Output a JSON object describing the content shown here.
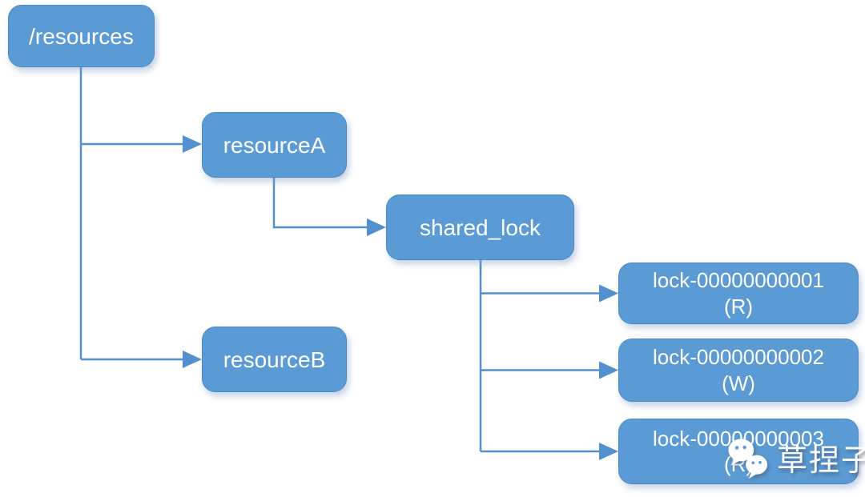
{
  "diagram": {
    "type": "tree",
    "description": "ZooKeeper-style shared lock znode tree",
    "nodes": {
      "root": {
        "label": "/resources"
      },
      "resource_a": {
        "label": "resourceA"
      },
      "resource_b": {
        "label": "resourceB"
      },
      "shared_lock": {
        "label": "shared_lock"
      },
      "lock1": {
        "label": "lock-00000000001",
        "mode": "(R)"
      },
      "lock2": {
        "label": "lock-00000000002",
        "mode": "(W)"
      },
      "lock3": {
        "label": "lock-00000000003",
        "mode": "(R)"
      }
    },
    "edges": [
      {
        "from": "/resources",
        "to": "resourceA"
      },
      {
        "from": "/resources",
        "to": "resourceB"
      },
      {
        "from": "resourceA",
        "to": "shared_lock"
      },
      {
        "from": "shared_lock",
        "to": "lock-00000000001"
      },
      {
        "from": "shared_lock",
        "to": "lock-00000000002"
      },
      {
        "from": "shared_lock",
        "to": "lock-00000000003"
      }
    ],
    "colors": {
      "node_fill": "#5B9BD5",
      "node_border": "#4d88c4",
      "connector": "#5390CE",
      "text": "#FFFFFF"
    }
  },
  "watermark": {
    "icon": "wechat-icon",
    "text": "草捏子"
  }
}
